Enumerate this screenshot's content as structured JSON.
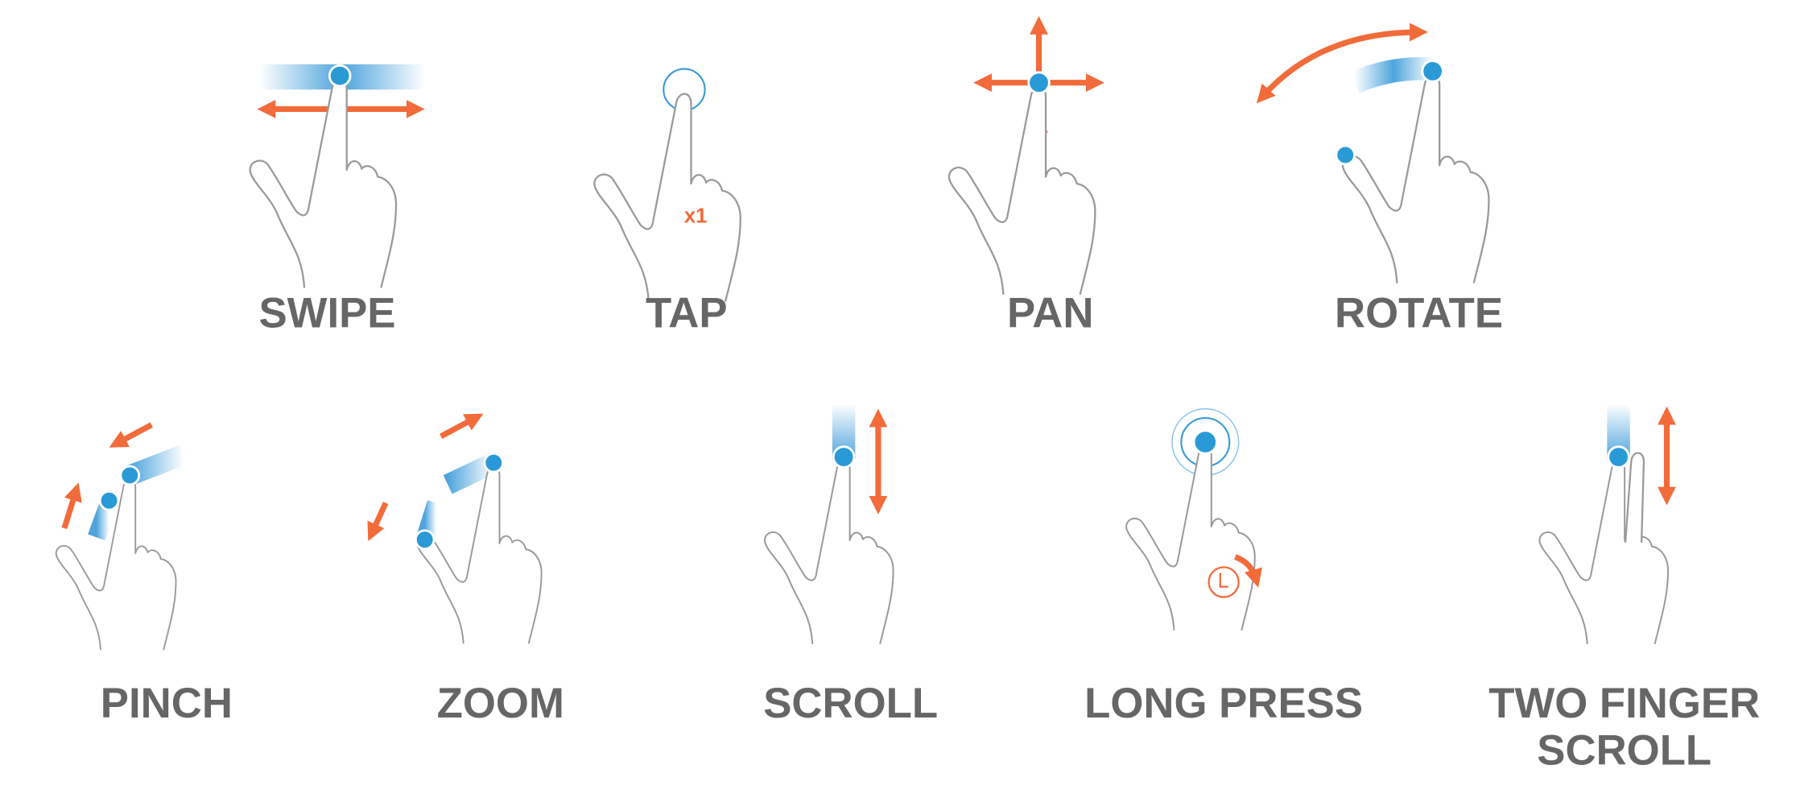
{
  "colors": {
    "accent_blue": "#2a9ad6",
    "accent_orange": "#f26b3a",
    "label_gray": "#666666",
    "outline": "#9a9a9a"
  },
  "gestures": [
    {
      "label": "SWIPE",
      "icon": "swipe-gesture-icon"
    },
    {
      "label": "TAP",
      "icon": "tap-gesture-icon",
      "badge": "x1"
    },
    {
      "label": "PAN",
      "icon": "pan-gesture-icon"
    },
    {
      "label": "ROTATE",
      "icon": "rotate-gesture-icon"
    },
    {
      "label": "PINCH",
      "icon": "pinch-gesture-icon"
    },
    {
      "label": "ZOOM",
      "icon": "zoom-gesture-icon"
    },
    {
      "label": "SCROLL",
      "icon": "scroll-gesture-icon"
    },
    {
      "label": "LONG PRESS",
      "icon": "long-press-gesture-icon"
    },
    {
      "label_line1": "TWO FINGER",
      "label_line2": "SCROLL",
      "icon": "two-finger-scroll-gesture-icon"
    }
  ]
}
